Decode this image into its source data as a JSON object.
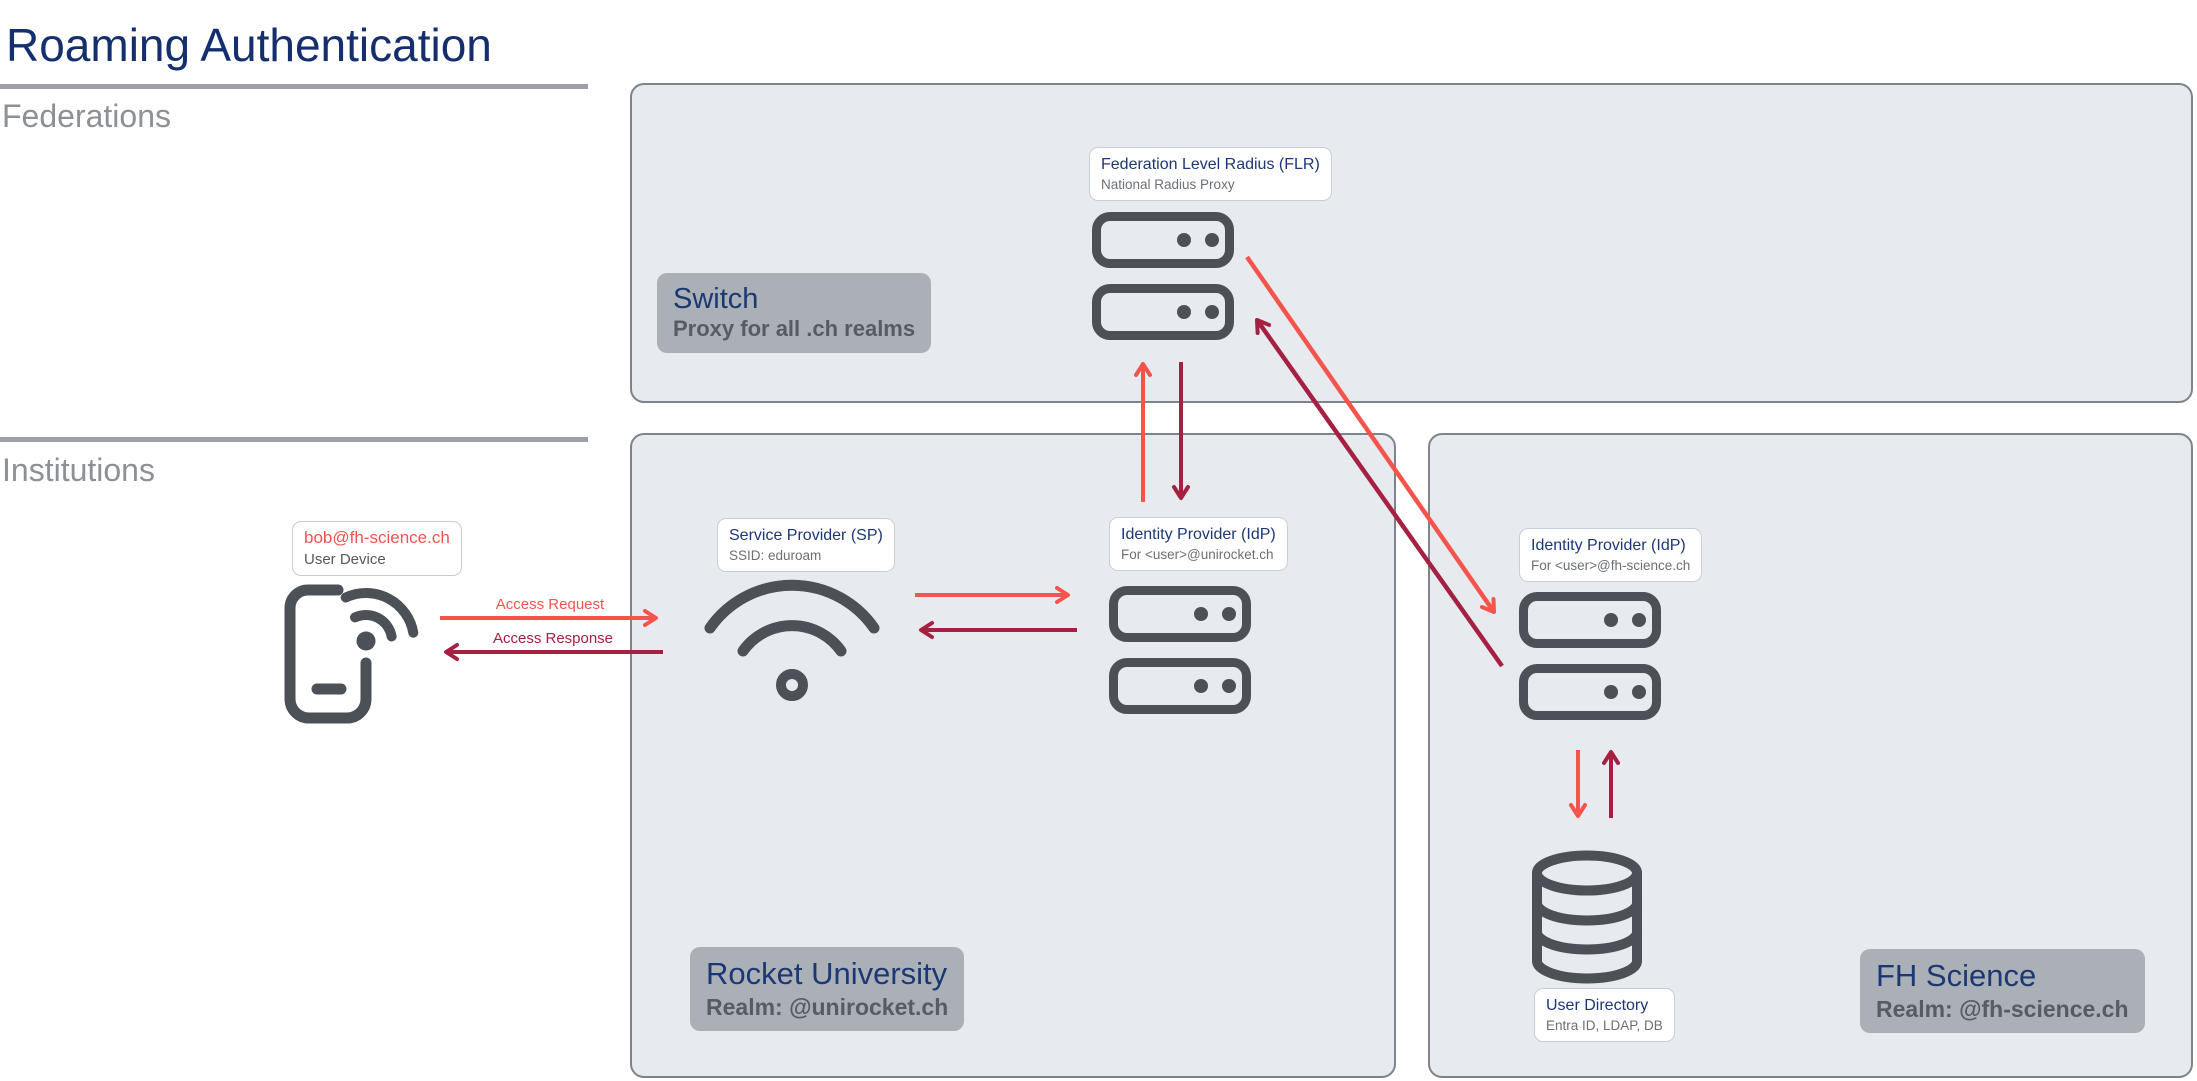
{
  "page": {
    "title": "Roaming Authentication"
  },
  "sections": {
    "federations": "Federations",
    "institutions": "Institutions"
  },
  "federation": {
    "org": {
      "name": "Switch",
      "subtitle": "Proxy for all .ch realms"
    },
    "flr": {
      "title": "Federation Level Radius (FLR)",
      "subtitle": "National Radius Proxy"
    }
  },
  "device": {
    "user": "bob@fh-science.ch",
    "type": "User Device"
  },
  "flows": {
    "request_label": "Access Request",
    "response_label": "Access Response"
  },
  "rocket": {
    "org": {
      "name": "Rocket University",
      "subtitle": "Realm: @unirocket.ch"
    },
    "sp": {
      "title": "Service Provider (SP)",
      "subtitle": "SSID: eduroam"
    },
    "idp": {
      "title": "Identity Provider (IdP)",
      "subtitle": "For <user>@unirocket.ch"
    }
  },
  "fh": {
    "org": {
      "name": "FH Science",
      "subtitle": "Realm: @fh-science.ch"
    },
    "idp": {
      "title": "Identity Provider (IdP)",
      "subtitle": "For <user>@fh-science.ch"
    },
    "directory": {
      "title": "User Directory",
      "subtitle": "Entra ID, LDAP, DB"
    }
  },
  "colors": {
    "request_red": "#f5544c",
    "response_dark_red": "#a52041",
    "navy": "#1c3874",
    "panel_fill": "#e7eaee",
    "icon_gray": "#4b5157"
  }
}
